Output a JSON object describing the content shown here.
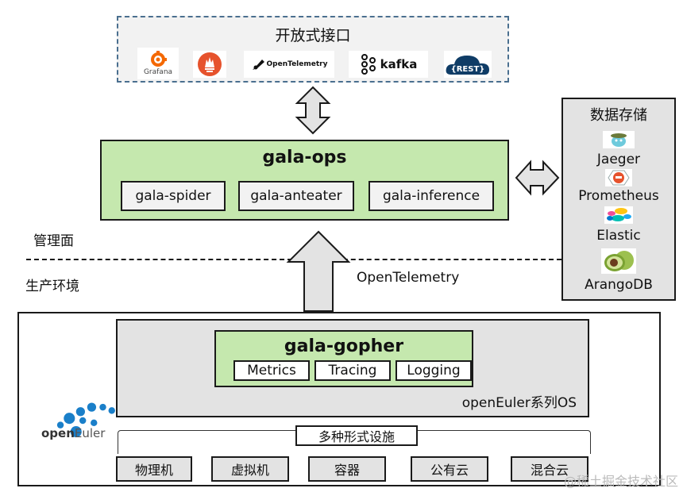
{
  "open_interfaces": {
    "title": "开放式接口",
    "logos": [
      {
        "name": "grafana-logo",
        "label": "Grafana",
        "color": "#f46800"
      },
      {
        "name": "prometheus-logo",
        "label": "",
        "color": "#e6522c"
      },
      {
        "name": "opentelemetry-logo",
        "label": "OpenTelemetry",
        "color": "#000000"
      },
      {
        "name": "kafka-logo",
        "label": "kafka",
        "color": "#000000"
      },
      {
        "name": "rest-logo",
        "label": "{REST}",
        "color": "#0f3c66"
      }
    ]
  },
  "gala_ops": {
    "title": "gala-ops",
    "components": [
      "gala-spider",
      "gala-anteater",
      "gala-inference"
    ]
  },
  "storage": {
    "title": "数据存储",
    "items": [
      {
        "label": "Jaeger",
        "icon": "jaeger-gopher-icon"
      },
      {
        "label": "Prometheus",
        "icon": "prometheus-icon"
      },
      {
        "label": "Elastic",
        "icon": "elastic-icon"
      },
      {
        "label": "ArangoDB",
        "icon": "arangodb-avocado-icon"
      }
    ]
  },
  "planes": {
    "management": "管理面",
    "production": "生产环境"
  },
  "protocol_label": "OpenTelemetry",
  "os": {
    "label": "openEuler系列OS",
    "gopher": {
      "title": "gala-gopher",
      "components": [
        "Metrics",
        "Tracing",
        "Logging"
      ]
    }
  },
  "infrastructure": {
    "title": "多种形式设施",
    "items": [
      "物理机",
      "虚拟机",
      "容器",
      "公有云",
      "混合云"
    ]
  },
  "brand": {
    "logo_text_bold": "open",
    "logo_text_light": "Euler"
  },
  "colors": {
    "green_fill": "#c5e8ae",
    "gray_fill": "#e3e3e3",
    "dashed_border": "#4a6f8f"
  },
  "watermark": "@稀土掘金技术社区"
}
